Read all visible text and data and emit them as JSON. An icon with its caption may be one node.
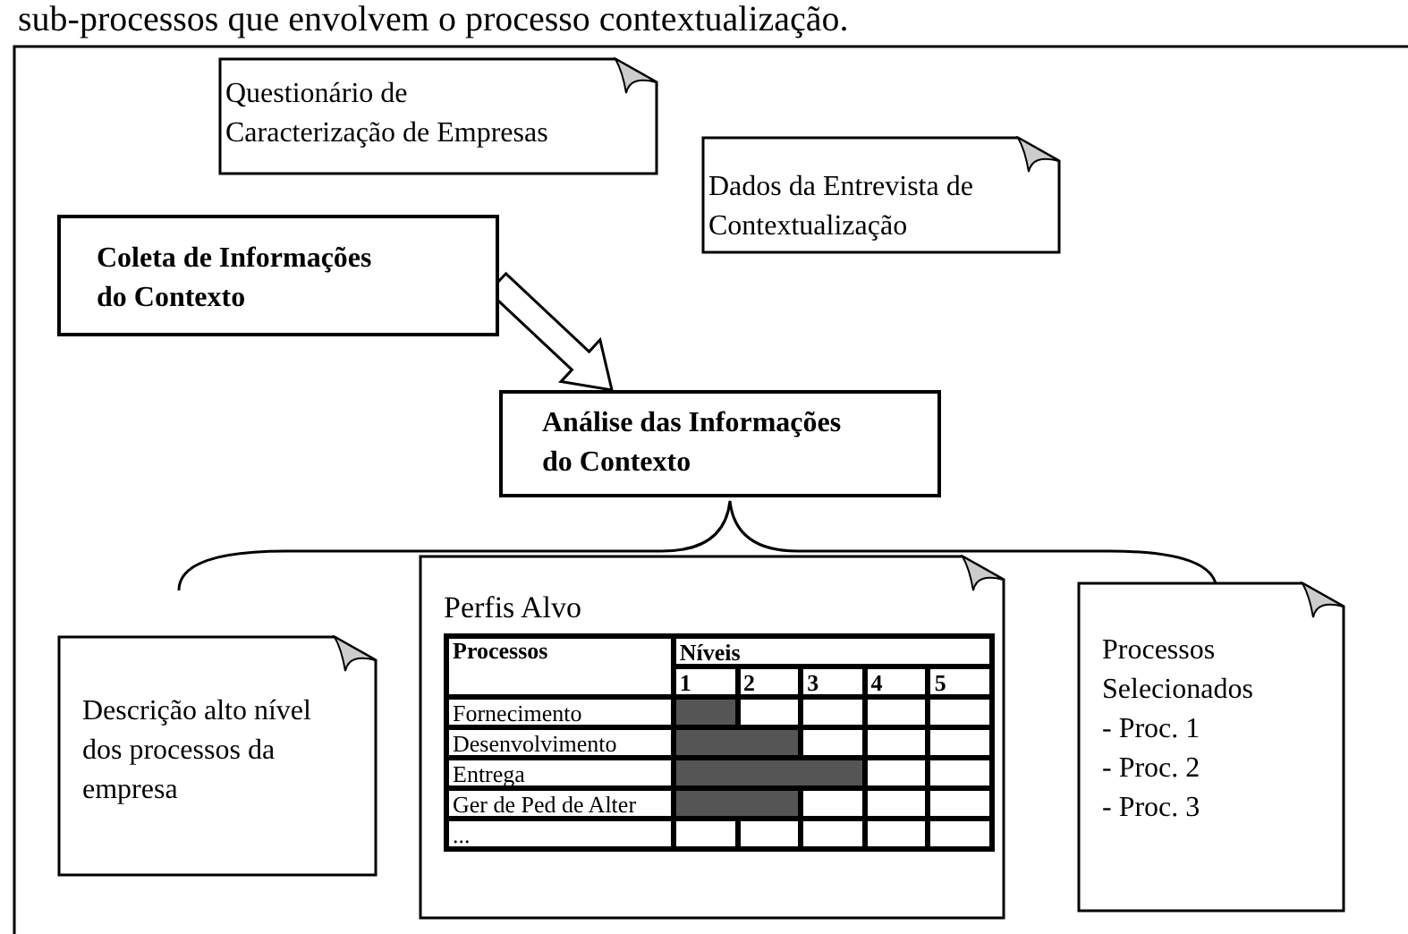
{
  "diagram": {
    "caption": "sub-processos que envolvem o processo contextualização.",
    "nodes": [
      {
        "text": [
          "Questionário de Caracterização de Empresas"
        ]
      },
      {
        "text": [
          "Dados da Entrevista de Contextualização"
        ]
      },
      {
        "text": [
          "Coleta de Informações do Contexto"
        ]
      },
      {
        "text": [
          "Análise das Informações do Contexto"
        ]
      },
      {
        "text": [
          "Descrição alto nível dos processos da empresa"
        ]
      },
      {
        "text": [
          "Perfis Alvo"
        ]
      },
      {
        "text": [
          "Processos Selecionados",
          "- Proc. 1",
          "- Proc. 2",
          "- Proc. 3"
        ]
      }
    ],
    "edges": [
      {
        "from": 2,
        "to": 3,
        "arrow": "to"
      }
    ],
    "labels": [
      "Processos",
      "Níveis",
      "1",
      "2",
      "3",
      "4",
      "5",
      "Fornecimento",
      "Desenvolvimento",
      "Entrega",
      "Ger de Ped de Alter",
      "..."
    ]
  }
}
